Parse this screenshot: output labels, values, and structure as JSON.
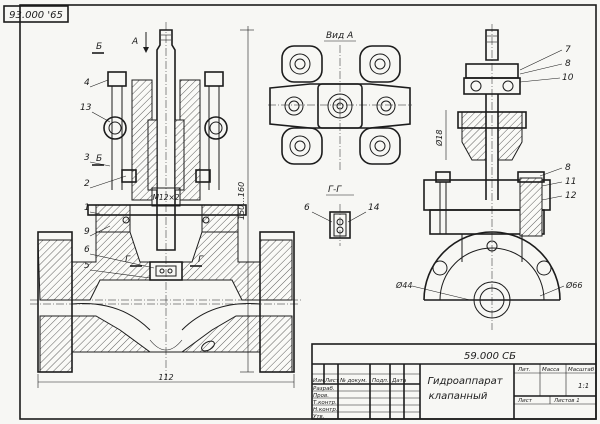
{
  "stamp_code": "93.000 '65",
  "views": {
    "view_a_label": "Вид А",
    "section_label": "Г-Г",
    "cut_b_top": "Б",
    "cut_b_bottom": "Б",
    "arrow_a": "А",
    "cut_g_left": "Г",
    "cut_g_right": "Г"
  },
  "leaders_left": [
    "4",
    "13",
    "3",
    "2",
    "1",
    "9",
    "6",
    "5"
  ],
  "leaders_right_top": [
    "7",
    "8",
    "10"
  ],
  "leaders_right_mid": [
    "8",
    "11",
    "12"
  ],
  "leaders_section": [
    "6",
    "14"
  ],
  "dimensions": {
    "thread": "М12×2",
    "height": "150...160",
    "width": "112",
    "d18": "Ø18",
    "d44": "Ø44",
    "d66": "Ø66"
  },
  "title_block": {
    "code": "59.000 СБ",
    "name_line1": "Гидроаппарат",
    "name_line2": "клапанный",
    "col_izm": "Изм",
    "col_list": "Лист",
    "col_doc": "№ докум.",
    "col_sign": "Подп.",
    "col_date": "Дата",
    "row_razrab": "Разраб.",
    "row_prov": "Пров.",
    "row_tkontr": "Т.контр.",
    "row_nkontr": "Н.контр.",
    "row_utv": "Утв.",
    "lit": "Лит.",
    "mass": "Масса",
    "scale_hdr": "Масштаб",
    "scale_val": "1:1",
    "sheet": "Лист",
    "sheets": "Листов 1"
  }
}
